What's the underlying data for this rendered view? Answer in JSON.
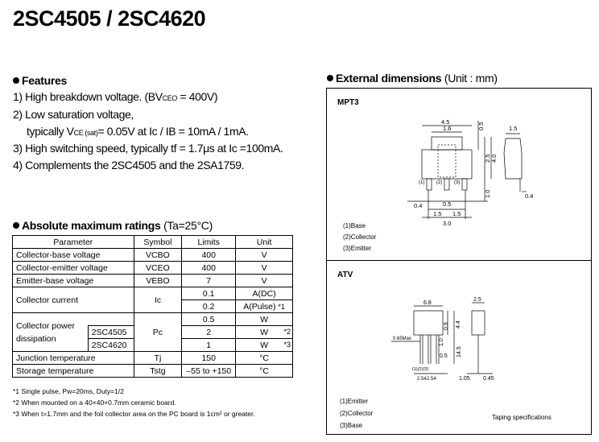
{
  "title": "2SC4505 / 2SC4620",
  "features": {
    "heading": "Features",
    "items": [
      {
        "prefix": "1) High breakdown voltage. (BV",
        "sub": "CEO",
        "suffix": " = 400V)"
      },
      {
        "prefix": "2) Low saturation voltage,",
        "sub": "",
        "suffix": ""
      },
      {
        "prefix": "typically V",
        "sub": "CE (sat)",
        "suffix": "= 0.05V at Ic / IB = 10mA / 1mA."
      },
      {
        "prefix": "3) High switching speed, typically tf = 1.7μs at Ic =100mA.",
        "sub": "",
        "suffix": ""
      },
      {
        "prefix": "4) Complements the 2SC4505 and the 2SA1759.",
        "sub": "",
        "suffix": ""
      }
    ]
  },
  "ratings": {
    "heading": "Absolute maximum ratings",
    "condition": "(Ta=25°C)",
    "columns": [
      "Parameter",
      "Symbol",
      "Limits",
      "Unit"
    ],
    "rows": {
      "vcbo": {
        "param": "Collector-base voltage",
        "symbol": "VCBO",
        "limit": "400",
        "unit": "V"
      },
      "vceo": {
        "param": "Collector-emitter voltage",
        "symbol": "VCEO",
        "limit": "400",
        "unit": "V"
      },
      "vebo": {
        "param": "Emitter-base voltage",
        "symbol": "VEBO",
        "limit": "7",
        "unit": "V"
      },
      "ic": {
        "param": "Collector current",
        "symbol": "Ic",
        "limit1": "0.1",
        "unit1": "A(DC)",
        "limit2": "0.2",
        "unit2": "A(Pulse)",
        "note2": "*1"
      },
      "pc": {
        "param1": "Collector power",
        "param2": "dissipation",
        "symbol": "Pc",
        "r1": {
          "part": "",
          "limit": "0.5",
          "unit": "W",
          "note": ""
        },
        "r2": {
          "part": "2SC4505",
          "limit": "2",
          "unit": "W",
          "note": "*2"
        },
        "r3": {
          "part": "2SC4620",
          "limit": "1",
          "unit": "W",
          "note": "*3"
        }
      },
      "tj": {
        "param": "Junction temperature",
        "symbol": "Tj",
        "limit": "150",
        "unit": "°C"
      },
      "tstg": {
        "param": "Storage temperature",
        "symbol": "Tstg",
        "limit": "–55 to +150",
        "unit": "°C"
      }
    },
    "footnotes": [
      "*1  Single pulse, Pw=20ms, Duty=1/2",
      "*2  When mounted on a 40×40×0.7mm ceramic board.",
      "*3  When t=1.7mm and the foil collector area on the PC board is 1cm² or greater."
    ]
  },
  "dimensions": {
    "heading": "External dimensions",
    "unit": "(Unit : mm)",
    "mpt3": {
      "name": "MPT3",
      "legend": [
        "(1)Base",
        "(2)Collector",
        "(3)Emitter"
      ],
      "labels": {
        "w45": "4.5",
        "w16": "1.6",
        "h05": "0.5",
        "h25": "2.5",
        "h40": "4.0",
        "h10": "1.0",
        "w15side": "1.5",
        "t04": "0.4",
        "l04": "0.4",
        "p05": "0.5",
        "p15a": "1.5",
        "p15b": "1.5",
        "p30": "3.0",
        "pin1": "(1)",
        "pin2": "(2)",
        "pin3": "(3)"
      }
    },
    "atv": {
      "name": "ATV",
      "legend": [
        "(1)Emitter",
        "(2)Collector",
        "(3)Base"
      ],
      "taping": "Taping specifications",
      "labels": {
        "w68": "6.8",
        "w25": "2.5",
        "h44": "4.4",
        "h09": "0.9",
        "h10": "1.0",
        "h145": "14.5",
        "max065": "0.65Max",
        "l05": "0.5",
        "p254a": "2.54",
        "p254b": "2.54",
        "d105": "1.05",
        "d045": "0.45",
        "pins": "(1)(2)(3)"
      }
    }
  }
}
